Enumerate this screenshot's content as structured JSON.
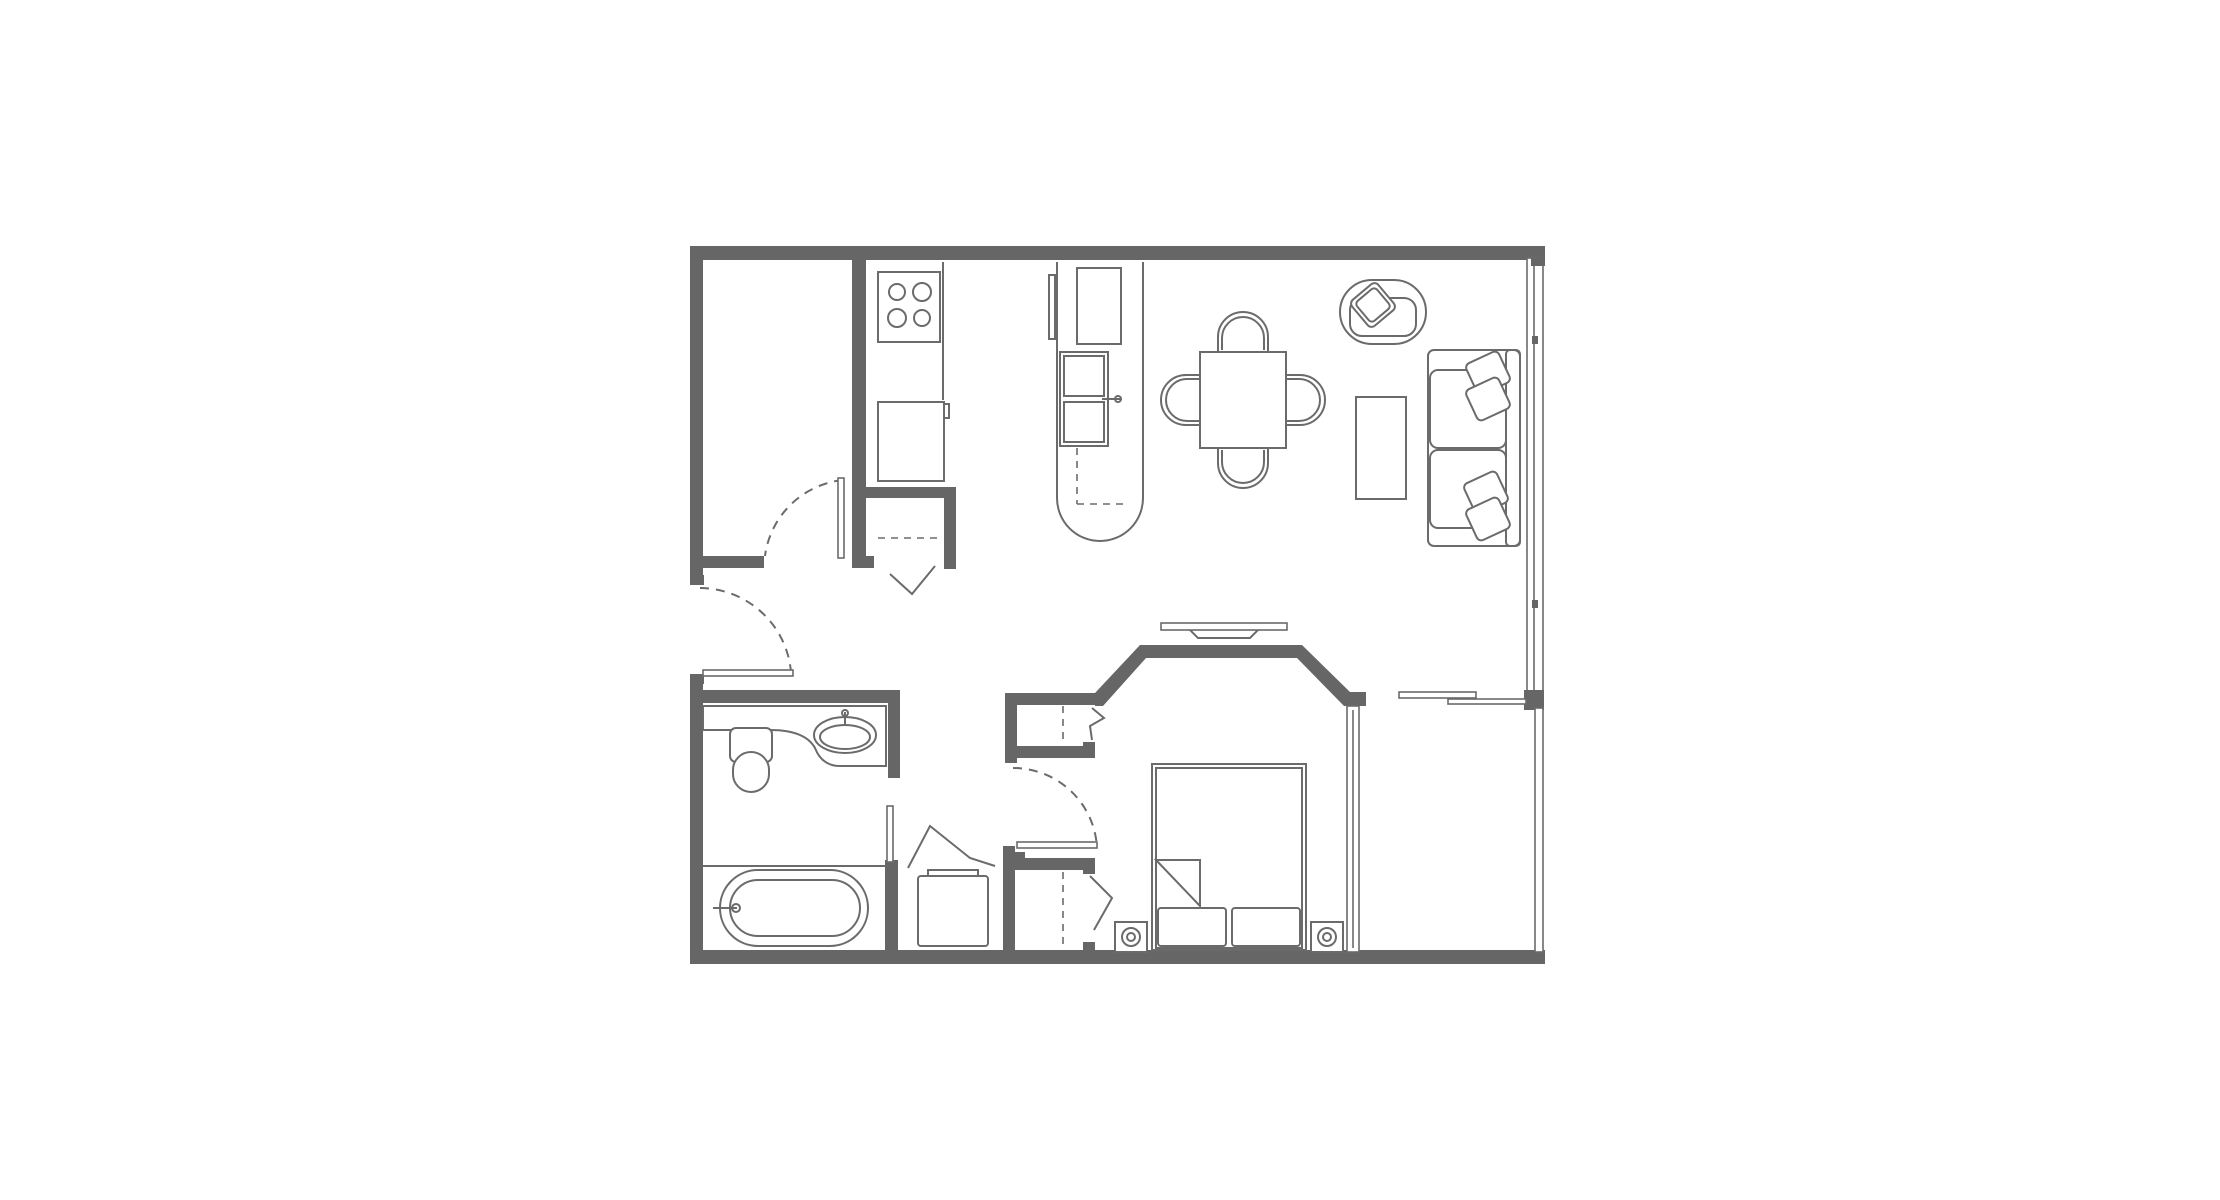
{
  "colors": {
    "background": "#ffffff",
    "wall": "#666667",
    "line": "#6b6b6c"
  },
  "plan": {
    "rooms": [
      {
        "name": "living-room",
        "furniture": [
          "sofa",
          "armchair",
          "coffee-table",
          "throw-pillows"
        ]
      },
      {
        "name": "dining-area",
        "furniture": [
          "square-table",
          "chairs"
        ]
      },
      {
        "name": "kitchen",
        "furniture": [
          "range-cooktop",
          "refrigerator",
          "island-with-double-sink"
        ]
      },
      {
        "name": "bedroom",
        "furniture": [
          "bed",
          "nightstands",
          "wall-tv"
        ]
      },
      {
        "name": "bathroom",
        "furniture": [
          "toilet",
          "vanity-sink",
          "bathtub"
        ]
      },
      {
        "name": "laundry-closet",
        "furniture": [
          "washer"
        ]
      },
      {
        "name": "storage-room",
        "furniture": []
      },
      {
        "name": "balcony",
        "furniture": []
      }
    ]
  }
}
